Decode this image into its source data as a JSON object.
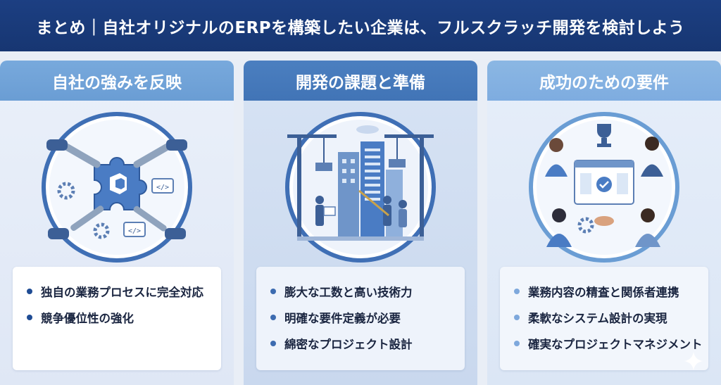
{
  "header": {
    "title": "まとめ｜自社オリジナルのERPを構築したい企業は、フルスクラッチ開発を検討しよう"
  },
  "columns": [
    {
      "title": "自社の強みを反映",
      "illustration": "puzzle-tools-icon",
      "bullets": [
        "独自の業務プロセスに完全対応",
        "競争優位性の強化"
      ]
    },
    {
      "title": "開発の課題と準備",
      "illustration": "construction-site-icon",
      "bullets": [
        "膨大な工数と高い技術力",
        "明確な要件定義が必要",
        "綿密なプロジェクト設計"
      ]
    },
    {
      "title": "成功のための要件",
      "illustration": "team-collaboration-icon",
      "bullets": [
        "業務内容の精査と関係者連携",
        "柔軟なシステム設計の実現",
        "確実なプロジェクトマネジメント"
      ]
    }
  ],
  "colors": {
    "header_bg": "#1c3f82",
    "col1_header": "#78a9dc",
    "col2_header": "#4b7fc0",
    "col3_header": "#8bb7e3",
    "illustration_ring": "#3f6fb5"
  }
}
